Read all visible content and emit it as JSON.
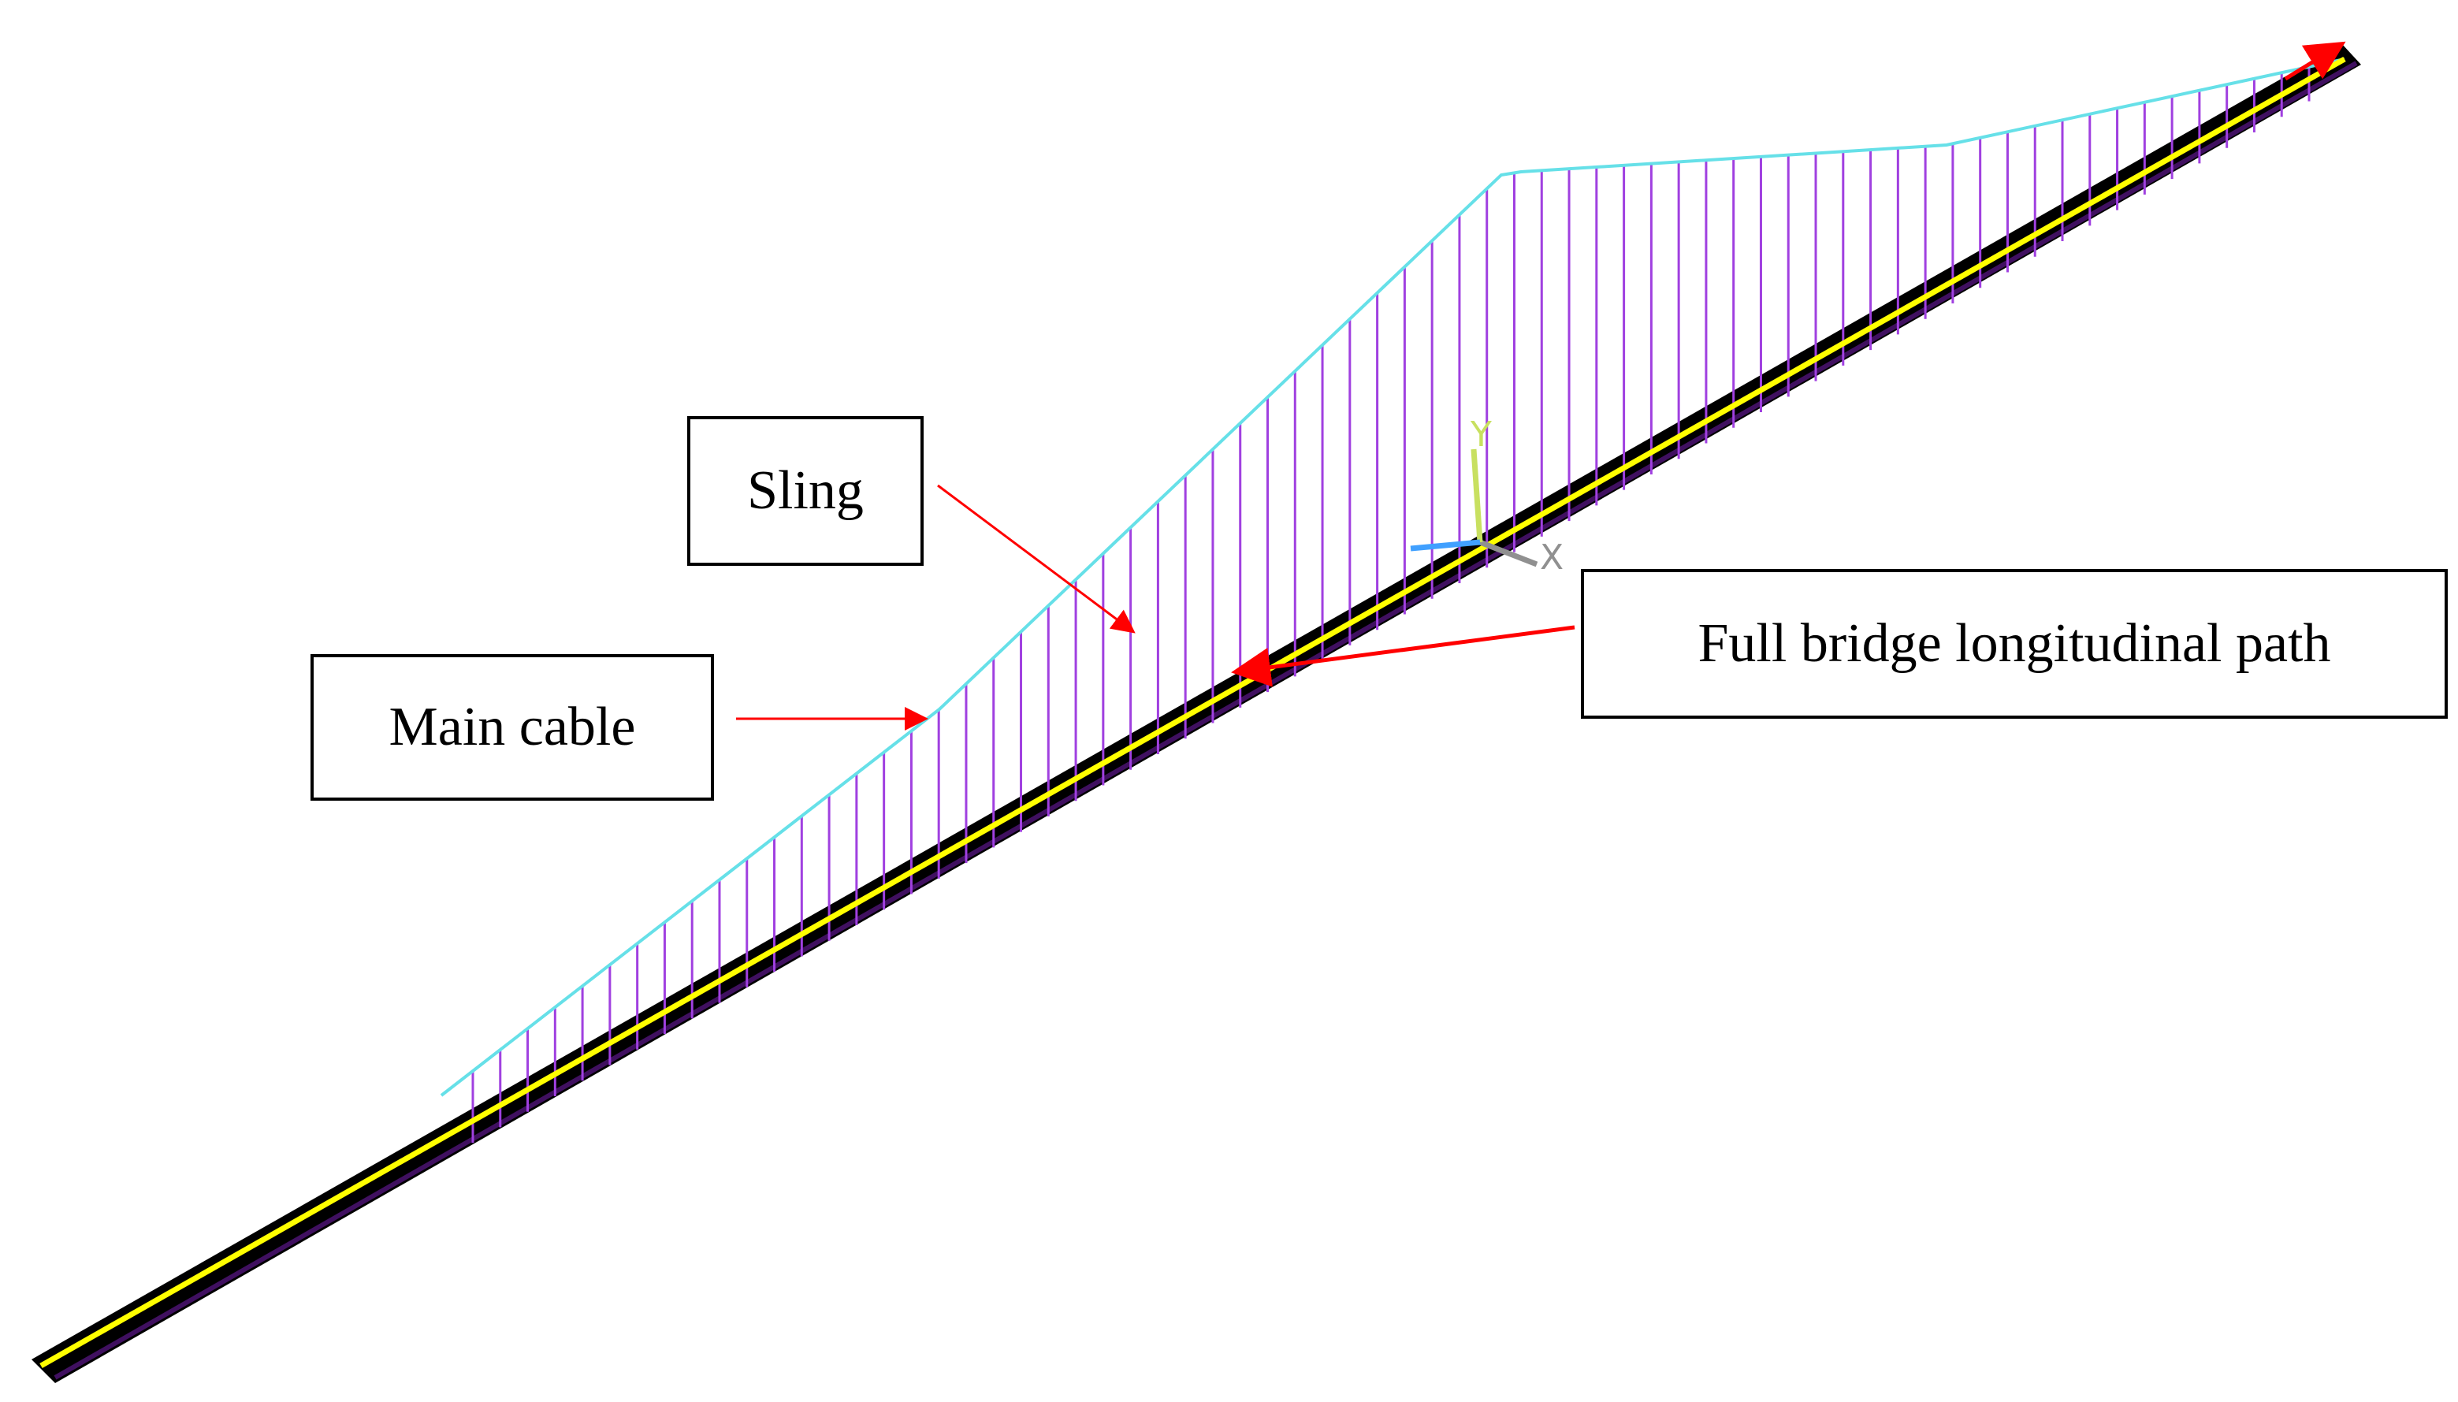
{
  "labels": {
    "sling": "Sling",
    "main_cable": "Main cable",
    "longitudinal_path": "Full bridge longitudinal path"
  },
  "axes": {
    "x_label": "X",
    "y_label": "Y"
  },
  "colors": {
    "deck": "#000000",
    "deck_center_line": "#ffff00",
    "main_cable": "#66e0e8",
    "slings": "#a040e0",
    "arrow": "#ff0000",
    "axis_x": "#909090",
    "axis_y": "#c8e060",
    "axis_z": "#40a0ff",
    "callout_border": "#000000"
  },
  "sling_count": 68
}
